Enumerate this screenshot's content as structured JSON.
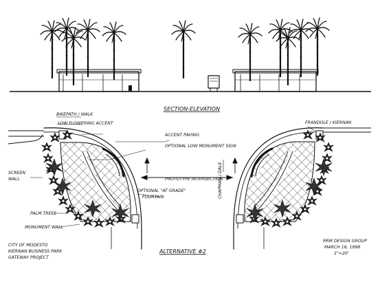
{
  "drawing": {
    "section_title": "SECTION-ELEVATION",
    "plan_title": "ALTERNATIVE #2",
    "labels": {
      "bikepath": "BIKEPATH / WALK",
      "low_flowering": "LOW FLOWERING ACCENT",
      "accent_paving": "ACCENT PAVING",
      "optional_monument": "OPTIONAL LOW MONUMENT SIGN",
      "prototype_intersection": "PROTOTYPE INTERSECTION",
      "optional_fountain_1": "OPTIONAL \"AT GRADE\"",
      "optional_fountain_2": "FOUNTAIN",
      "screen_wall_1": "SCREEN",
      "screen_wall_2": "WALL",
      "palm_trees": "PALM TREES",
      "monument_wall": "MONUMENT WALL",
      "chapman_dale": "CHAPMAN / DALE",
      "street_right": "FRANDOLE / KIERNAN"
    },
    "client": [
      "CITY OF MODESTO",
      "KIERNAN BUSINESS PARK",
      "GATEWAY PROJECT"
    ],
    "designer": [
      "RRM DESIGN GROUP",
      "MARCH 16, 1998",
      "1\"=20'"
    ]
  }
}
